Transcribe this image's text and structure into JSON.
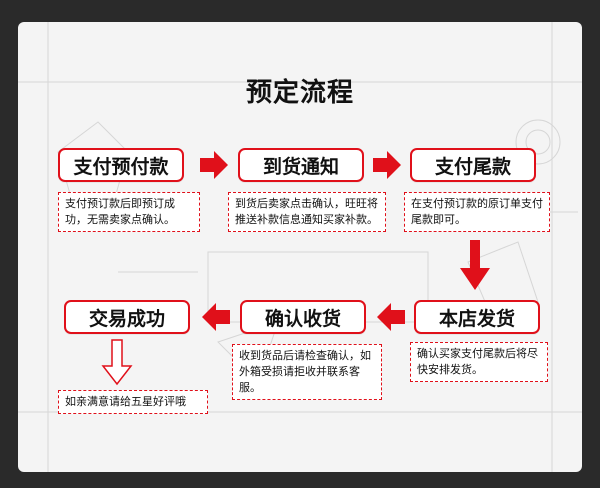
{
  "title": "预定流程",
  "steps": [
    {
      "label": "支付预付款",
      "note": "支付预订款后即预订成功，无需卖家点确认。"
    },
    {
      "label": "到货通知",
      "note": "到货后卖家点击确认，旺旺将推送补款信息通知买家补款。"
    },
    {
      "label": "支付尾款",
      "note": "在支付预订款的原订单支付尾款即可。"
    },
    {
      "label": "本店发货",
      "note": "确认买家支付尾款后将尽快安排发货。"
    },
    {
      "label": "确认收货",
      "note": "收到货品后请检查确认，如外箱受损请拒收并联系客服。"
    },
    {
      "label": "交易成功",
      "note": "如亲满意请给五星好评哦"
    }
  ],
  "colors": {
    "accent": "#e0101a",
    "frame": "#2a2a2a",
    "panel": "#f4f4f4"
  }
}
